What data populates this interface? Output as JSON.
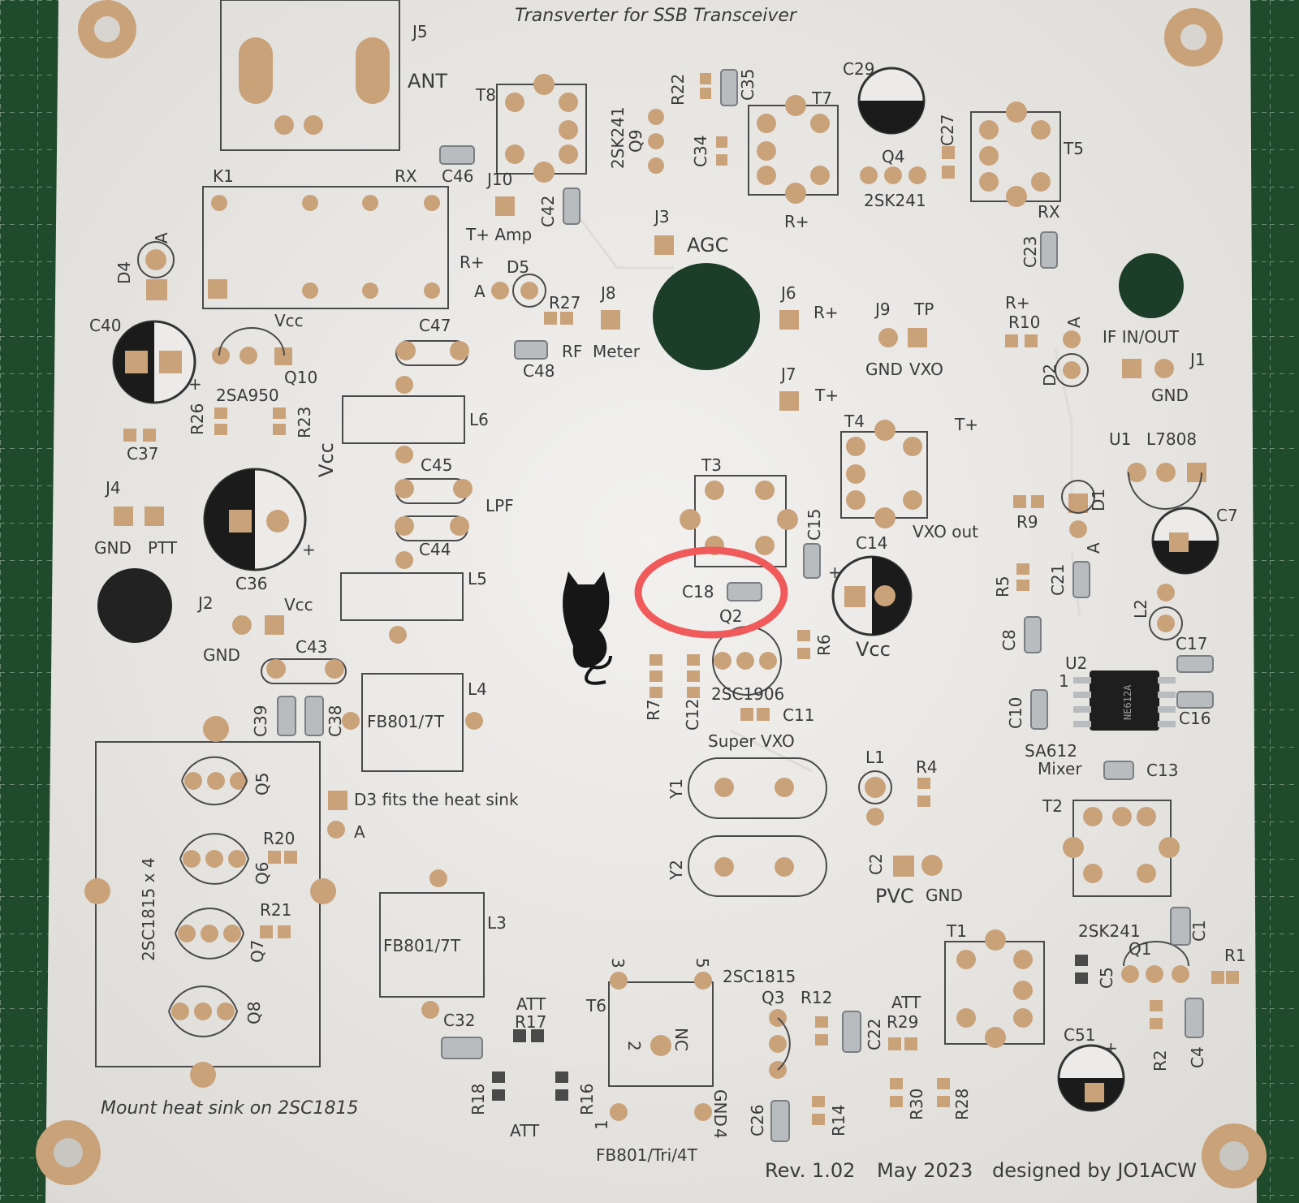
{
  "colors": {
    "background_mat": "#1f4a2c",
    "board": "#ecebe9",
    "silkscreen": "#3a3a3a",
    "copper_pad": "#c9a27a",
    "hole": "#2a2a2a",
    "annotation_circle": "#f05a5a",
    "solder": "#bfc3c6"
  },
  "board": {
    "title": "Transverter for SSB Transceiver",
    "footer_revision": "Rev. 1.02",
    "footer_date": "May 2023",
    "footer_designer": "designed by JO1ACW",
    "heatsink_note": "Mount heat sink on 2SC1815",
    "d3_note": "D3 fits the heat sink",
    "bottom_transformer": "FB801/Tri/4T"
  },
  "labels": [
    {
      "id": "J5",
      "text": "J5"
    },
    {
      "id": "ANT",
      "text": "ANT"
    },
    {
      "id": "T8",
      "text": "T8"
    },
    {
      "id": "R22",
      "text": "R22"
    },
    {
      "id": "C35",
      "text": "C35"
    },
    {
      "id": "C29",
      "text": "C29"
    },
    {
      "id": "T7",
      "text": "T7"
    },
    {
      "id": "Q9",
      "text": "Q9"
    },
    {
      "id": "2SK241a",
      "text": "2SK241"
    },
    {
      "id": "C34",
      "text": "C34"
    },
    {
      "id": "C27",
      "text": "C27"
    },
    {
      "id": "Q4",
      "text": "Q4"
    },
    {
      "id": "2SK241b",
      "text": "2SK241"
    },
    {
      "id": "T5",
      "text": "T5"
    },
    {
      "id": "C46",
      "text": "C46"
    },
    {
      "id": "K1",
      "text": "K1"
    },
    {
      "id": "RX1",
      "text": "RX"
    },
    {
      "id": "J10",
      "text": "J10"
    },
    {
      "id": "C42",
      "text": "C42"
    },
    {
      "id": "TAmp",
      "text": "T+ Amp"
    },
    {
      "id": "J3",
      "text": "J3"
    },
    {
      "id": "AGC",
      "text": "AGC"
    },
    {
      "id": "Rplus1",
      "text": "R+"
    },
    {
      "id": "RX2",
      "text": "RX"
    },
    {
      "id": "C23",
      "text": "C23"
    },
    {
      "id": "D4",
      "text": "D4"
    },
    {
      "id": "A1",
      "text": "A"
    },
    {
      "id": "Rplus2",
      "text": "R+"
    },
    {
      "id": "D5",
      "text": "D5"
    },
    {
      "id": "A2",
      "text": "A"
    },
    {
      "id": "R27",
      "text": "R27"
    },
    {
      "id": "J8",
      "text": "J8"
    },
    {
      "id": "J6",
      "text": "J6"
    },
    {
      "id": "Rplus3",
      "text": "R+"
    },
    {
      "id": "J9",
      "text": "J9"
    },
    {
      "id": "TP",
      "text": "TP"
    },
    {
      "id": "Rplus4",
      "text": "R+"
    },
    {
      "id": "R10",
      "text": "R10"
    },
    {
      "id": "A3",
      "text": "A"
    },
    {
      "id": "C40",
      "text": "C40"
    },
    {
      "id": "Vcc1",
      "text": "Vcc"
    },
    {
      "id": "C47",
      "text": "C47"
    },
    {
      "id": "RF",
      "text": "RF"
    },
    {
      "id": "Meter",
      "text": "Meter"
    },
    {
      "id": "C48",
      "text": "C48"
    },
    {
      "id": "GND1",
      "text": "GND"
    },
    {
      "id": "VXO1",
      "text": "VXO"
    },
    {
      "id": "IFIO",
      "text": "IF IN/OUT"
    },
    {
      "id": "J1",
      "text": "J1"
    },
    {
      "id": "D2",
      "text": "D2"
    },
    {
      "id": "GND2",
      "text": "GND"
    },
    {
      "id": "Q10",
      "text": "Q10"
    },
    {
      "id": "2SA950",
      "text": "2SA950"
    },
    {
      "id": "J7",
      "text": "J7"
    },
    {
      "id": "Tplus1",
      "text": "T+"
    },
    {
      "id": "R26",
      "text": "R26"
    },
    {
      "id": "R23",
      "text": "R23"
    },
    {
      "id": "L6",
      "text": "L6"
    },
    {
      "id": "T4",
      "text": "T4"
    },
    {
      "id": "Tplus2",
      "text": "T+"
    },
    {
      "id": "C37",
      "text": "C37"
    },
    {
      "id": "Vcc2",
      "text": "Vcc"
    },
    {
      "id": "U1",
      "text": "U1"
    },
    {
      "id": "L7808",
      "text": "L7808"
    },
    {
      "id": "C45",
      "text": "C45"
    },
    {
      "id": "T3",
      "text": "T3"
    },
    {
      "id": "J4",
      "text": "J4"
    },
    {
      "id": "LPF",
      "text": "LPF"
    },
    {
      "id": "C15",
      "text": "C15"
    },
    {
      "id": "D1",
      "text": "D1"
    },
    {
      "id": "R9",
      "text": "R9"
    },
    {
      "id": "C7",
      "text": "C7"
    },
    {
      "id": "GND3",
      "text": "GND"
    },
    {
      "id": "PTT",
      "text": "PTT"
    },
    {
      "id": "VXOout",
      "text": "VXO out"
    },
    {
      "id": "C14",
      "text": "C14"
    },
    {
      "id": "C44",
      "text": "C44"
    },
    {
      "id": "A4",
      "text": "A"
    },
    {
      "id": "C36",
      "text": "C36"
    },
    {
      "id": "L5",
      "text": "L5"
    },
    {
      "id": "C18",
      "text": "C18"
    },
    {
      "id": "R5",
      "text": "R5"
    },
    {
      "id": "C21",
      "text": "C21"
    },
    {
      "id": "J2",
      "text": "J2"
    },
    {
      "id": "Vcc3",
      "text": "Vcc"
    },
    {
      "id": "Q2",
      "text": "Q2"
    },
    {
      "id": "L2",
      "text": "L2"
    },
    {
      "id": "R6",
      "text": "R6"
    },
    {
      "id": "Vcc4",
      "text": "Vcc"
    },
    {
      "id": "C8",
      "text": "C8"
    },
    {
      "id": "C17",
      "text": "C17"
    },
    {
      "id": "GND4",
      "text": "GND"
    },
    {
      "id": "C43",
      "text": "C43"
    },
    {
      "id": "U2",
      "text": "U2"
    },
    {
      "id": "one",
      "text": "1"
    },
    {
      "id": "L4",
      "text": "L4"
    },
    {
      "id": "R7",
      "text": "R7"
    },
    {
      "id": "C12",
      "text": "C12"
    },
    {
      "id": "2SC1906",
      "text": "2SC1906"
    },
    {
      "id": "C10",
      "text": "C10"
    },
    {
      "id": "C16",
      "text": "C16"
    },
    {
      "id": "C39",
      "text": "C39"
    },
    {
      "id": "C38",
      "text": "C38"
    },
    {
      "id": "FB1",
      "text": "FB801/7T"
    },
    {
      "id": "C11",
      "text": "C11"
    },
    {
      "id": "SuperVXO",
      "text": "Super VXO"
    },
    {
      "id": "SA612",
      "text": "SA612"
    },
    {
      "id": "Mixer",
      "text": "Mixer"
    },
    {
      "id": "C13",
      "text": "C13"
    },
    {
      "id": "Q5",
      "text": "Q5"
    },
    {
      "id": "L1",
      "text": "L1"
    },
    {
      "id": "R4",
      "text": "R4"
    },
    {
      "id": "Y1",
      "text": "Y1"
    },
    {
      "id": "A5",
      "text": "A"
    },
    {
      "id": "T2",
      "text": "T2"
    },
    {
      "id": "R20",
      "text": "R20"
    },
    {
      "id": "2SC1815x4",
      "text": "2SC1815 x 4"
    },
    {
      "id": "Q6",
      "text": "Q6"
    },
    {
      "id": "Y2",
      "text": "Y2"
    },
    {
      "id": "C2",
      "text": "C2"
    },
    {
      "id": "PVC",
      "text": "PVC"
    },
    {
      "id": "GND5",
      "text": "GND"
    },
    {
      "id": "R21",
      "text": "R21"
    },
    {
      "id": "L3",
      "text": "L3"
    },
    {
      "id": "FB2",
      "text": "FB801/7T"
    },
    {
      "id": "2SK241c",
      "text": "2SK241"
    },
    {
      "id": "C1",
      "text": "C1"
    },
    {
      "id": "T1",
      "text": "T1"
    },
    {
      "id": "Q7",
      "text": "Q7"
    },
    {
      "id": "Q1",
      "text": "Q1"
    },
    {
      "id": "R1",
      "text": "R1"
    },
    {
      "id": "three",
      "text": "3"
    },
    {
      "id": "five",
      "text": "5"
    },
    {
      "id": "2SC1815",
      "text": "2SC1815"
    },
    {
      "id": "C5",
      "text": "C5"
    },
    {
      "id": "ATT1",
      "text": "ATT"
    },
    {
      "id": "T6",
      "text": "T6"
    },
    {
      "id": "Q3",
      "text": "Q3"
    },
    {
      "id": "R12",
      "text": "R12"
    },
    {
      "id": "ATT2",
      "text": "ATT"
    },
    {
      "id": "Q8",
      "text": "Q8"
    },
    {
      "id": "C32",
      "text": "C32"
    },
    {
      "id": "R17",
      "text": "R17"
    },
    {
      "id": "C22",
      "text": "C22"
    },
    {
      "id": "R29",
      "text": "R29"
    },
    {
      "id": "C51",
      "text": "C51"
    },
    {
      "id": "R2",
      "text": "R2"
    },
    {
      "id": "C4",
      "text": "C4"
    },
    {
      "id": "NC",
      "text": "NC"
    },
    {
      "id": "two",
      "text": "2"
    },
    {
      "id": "R18",
      "text": "R18"
    },
    {
      "id": "R16",
      "text": "R16"
    },
    {
      "id": "R30",
      "text": "R30"
    },
    {
      "id": "R28",
      "text": "R28"
    },
    {
      "id": "GND6",
      "text": "GND"
    },
    {
      "id": "four",
      "text": "4"
    },
    {
      "id": "C26",
      "text": "C26"
    },
    {
      "id": "R14",
      "text": "R14"
    },
    {
      "id": "ATT3",
      "text": "ATT"
    },
    {
      "id": "oneb",
      "text": "1"
    },
    {
      "id": "plus1",
      "text": "+"
    },
    {
      "id": "plus2",
      "text": "+"
    },
    {
      "id": "plus3",
      "text": "+"
    },
    {
      "id": "plus4",
      "text": "+"
    }
  ]
}
